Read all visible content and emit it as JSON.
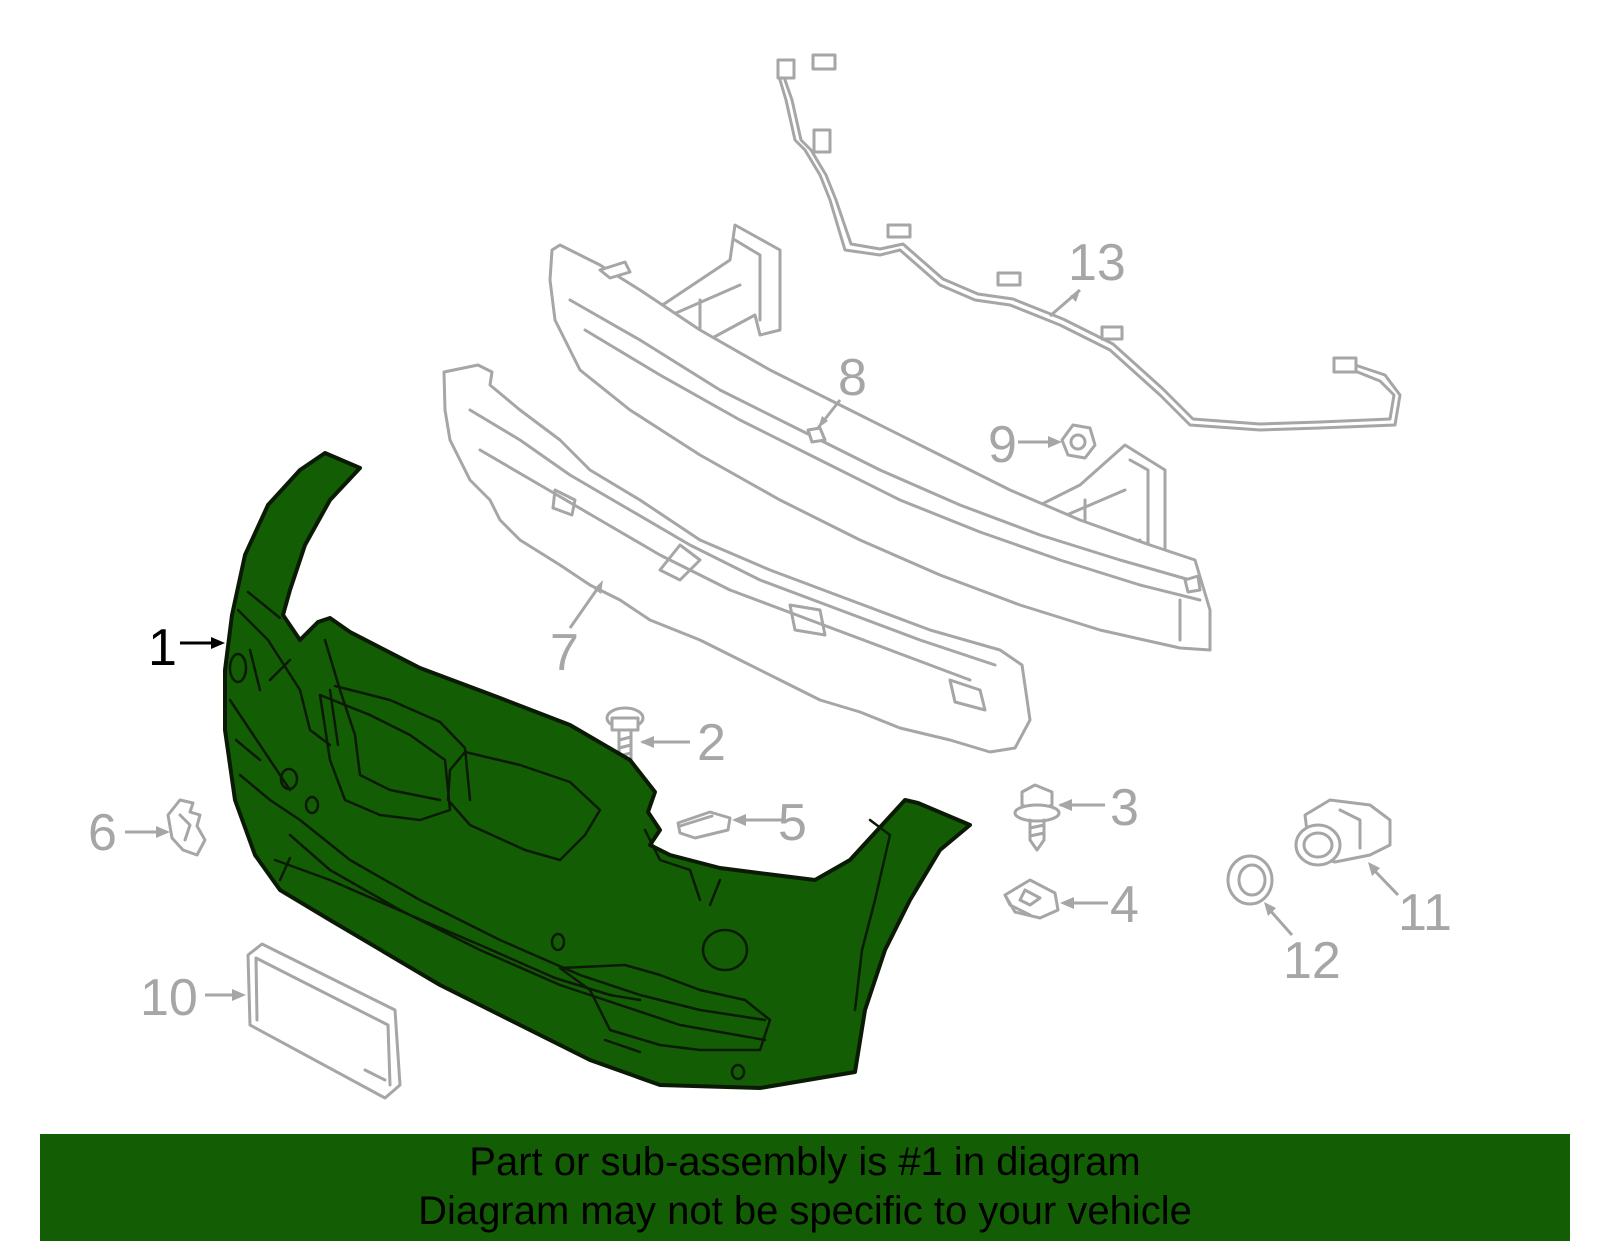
{
  "callouts": {
    "c1": "1",
    "c2": "2",
    "c3": "3",
    "c4": "4",
    "c5": "5",
    "c6": "6",
    "c7": "7",
    "c8": "8",
    "c9": "9",
    "c10": "10",
    "c11": "11",
    "c12": "12",
    "c13": "13"
  },
  "highlighted_part": "1",
  "colors": {
    "highlight": "#135e05",
    "inactive": "#a6a6a6",
    "outline": "#0b1a05"
  },
  "banner": {
    "line1": "Part or sub-assembly is #1 in diagram",
    "line2": "Diagram may not be specific to your vehicle"
  }
}
